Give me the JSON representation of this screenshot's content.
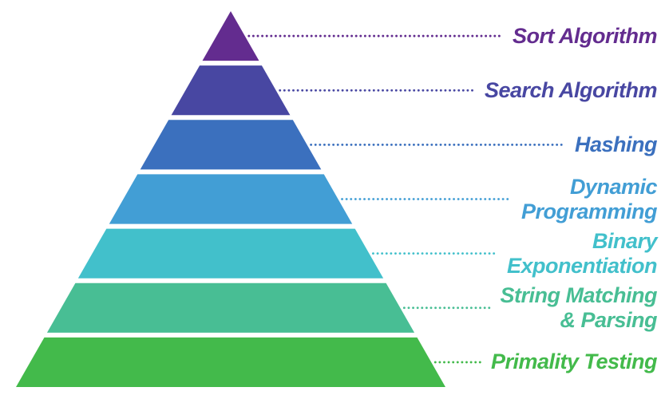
{
  "diagram": {
    "type": "pyramid",
    "background": "#ffffff",
    "levels": [
      {
        "id": "sort-algorithm",
        "label_lines": [
          "Sort Algorithm"
        ],
        "color": "#632C8F"
      },
      {
        "id": "search-algorithm",
        "label_lines": [
          "Search Algorithm"
        ],
        "color": "#4847A2"
      },
      {
        "id": "hashing",
        "label_lines": [
          "Hashing"
        ],
        "color": "#3B70BE"
      },
      {
        "id": "dynamic-programming",
        "label_lines": [
          "Dynamic",
          "Programming"
        ],
        "color": "#429ED5"
      },
      {
        "id": "binary-exponentiation",
        "label_lines": [
          "Binary",
          "Exponentiation"
        ],
        "color": "#42C0CB"
      },
      {
        "id": "string-matching-parsing",
        "label_lines": [
          "String Matching",
          "& Parsing"
        ],
        "color": "#48BE94"
      },
      {
        "id": "primality-testing",
        "label_lines": [
          "Primality Testing"
        ],
        "color": "#43BA4B"
      }
    ]
  }
}
